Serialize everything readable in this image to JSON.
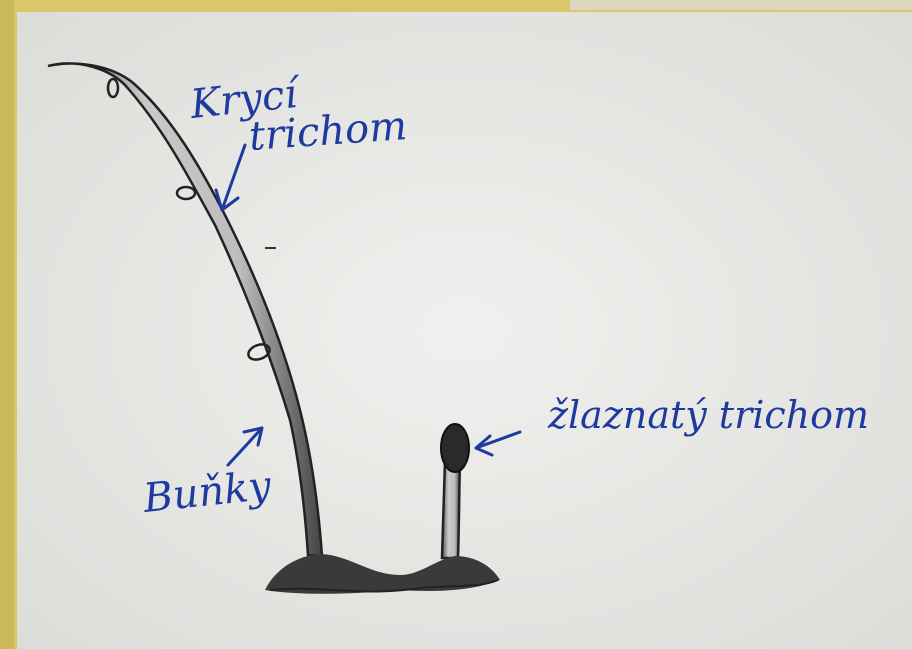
{
  "labels": {
    "covering_line1": "Krycí",
    "covering_line2": "trichom",
    "cells": "Buňky",
    "glandular": "žlaznatý  trichom"
  },
  "colors": {
    "paper": "#e9e9e7",
    "ink": "#1f3a9e",
    "pencil": "#2b2b2b",
    "frame_yellow": "#d8c86a",
    "frame_blue": "#1a2a5a"
  }
}
